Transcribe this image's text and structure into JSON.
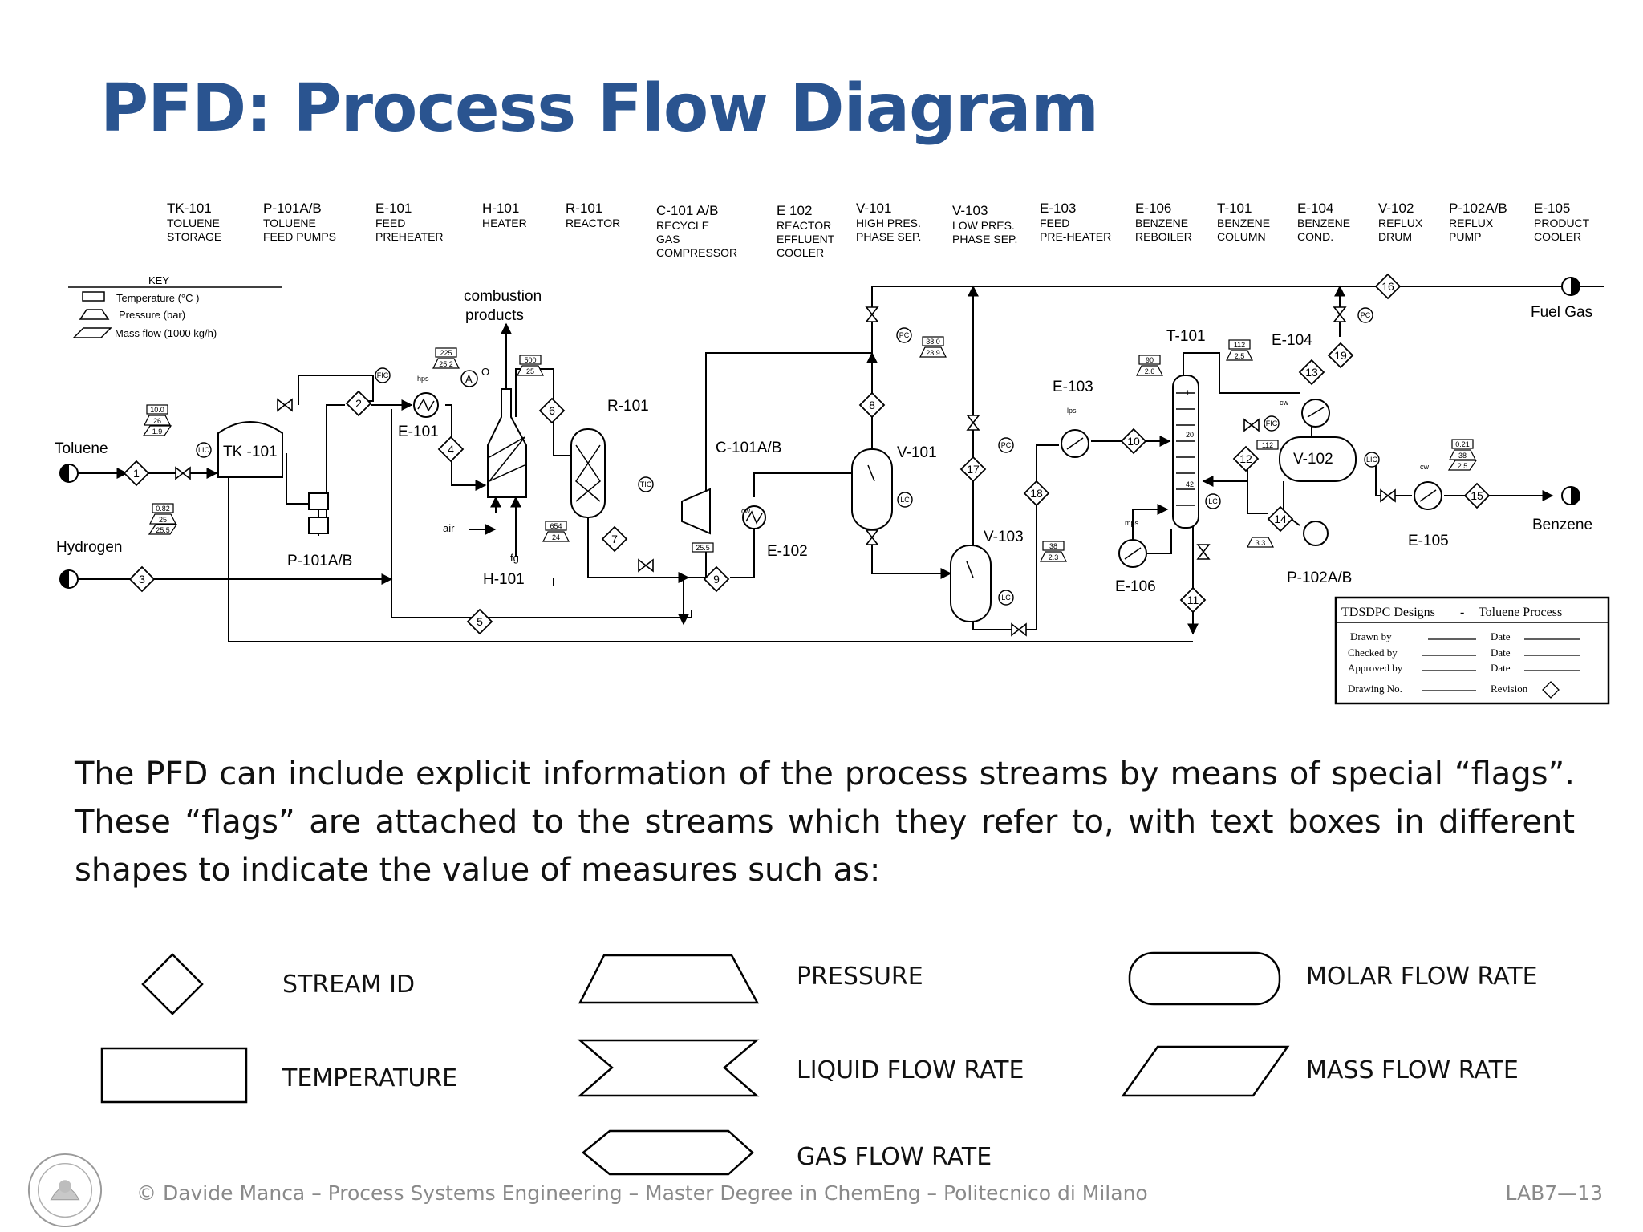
{
  "title": "PFD: Process Flow Diagram",
  "equipment_header": [
    {
      "tag": "TK-101",
      "desc": [
        "TOLUENE",
        "STORAGE"
      ]
    },
    {
      "tag": "P-101A/B",
      "desc": [
        "TOLUENE",
        "FEED PUMPS"
      ]
    },
    {
      "tag": "E-101",
      "desc": [
        "FEED",
        "PREHEATER"
      ]
    },
    {
      "tag": "H-101",
      "desc": [
        "HEATER"
      ]
    },
    {
      "tag": "R-101",
      "desc": [
        "REACTOR"
      ]
    },
    {
      "tag": "C-101 A/B",
      "desc": [
        "RECYCLE",
        "GAS",
        "COMPRESSOR"
      ]
    },
    {
      "tag": "E 102",
      "desc": [
        "REACTOR",
        "EFFLUENT",
        "COOLER"
      ]
    },
    {
      "tag": "V-101",
      "desc": [
        "HIGH PRES.",
        "PHASE SEP."
      ]
    },
    {
      "tag": "V-103",
      "desc": [
        "LOW PRES.",
        "PHASE SEP."
      ]
    },
    {
      "tag": "E-103",
      "desc": [
        "FEED",
        "PRE-HEATER"
      ]
    },
    {
      "tag": "E-106",
      "desc": [
        "BENZENE",
        "REBOILER"
      ]
    },
    {
      "tag": "T-101",
      "desc": [
        "BENZENE",
        "COLUMN"
      ]
    },
    {
      "tag": "E-104",
      "desc": [
        "BENZENE",
        "COND."
      ]
    },
    {
      "tag": "V-102",
      "desc": [
        "REFLUX",
        "DRUM"
      ]
    },
    {
      "tag": "P-102A/B",
      "desc": [
        "REFLUX",
        "PUMP"
      ]
    },
    {
      "tag": "E-105",
      "desc": [
        "PRODUCT",
        "COOLER"
      ]
    }
  ],
  "key": {
    "title": "KEY",
    "temperature": "Temperature (°C )",
    "pressure": "Pressure (bar)",
    "mass_flow": "Mass  flow  (1000 kg/h)"
  },
  "labels": {
    "toluene": "Toluene",
    "hydrogen": "Hydrogen",
    "combustion": "combustion",
    "products": "products",
    "fuel_gas": "Fuel Gas",
    "benzene": "Benzene",
    "air": "air",
    "fg": "fg",
    "o2": "O",
    "hps": "hps",
    "lps": "lps",
    "mps": "mps",
    "cw": "cw",
    "A": "A"
  },
  "equipment_labels": {
    "tk101": "TK -101",
    "p101": "P-101A/B",
    "e101": "E-101",
    "h101": "H-101",
    "r101": "R-101",
    "c101": "C-101A/B",
    "e102": "E-102",
    "v101": "V-101",
    "v103": "V-103",
    "e103": "E-103",
    "e106": "E-106",
    "t101": "T-101",
    "e104": "E-104",
    "v102": "V-102",
    "p102": "P-102A/B",
    "e105": "E-105"
  },
  "stream_ids": [
    "1",
    "2",
    "3",
    "4",
    "5",
    "6",
    "7",
    "8",
    "9",
    "10",
    "11",
    "12",
    "13",
    "14",
    "15",
    "16",
    "17",
    "18",
    "19"
  ],
  "stream_flags": {
    "toluene_T": "10.0",
    "toluene_P": "26",
    "toluene_F": "1.9",
    "h2_T": "0.82",
    "h2_P": "25",
    "h2_F": "25.5",
    "e101_T": "225",
    "e101_P": "25.2",
    "h101_T": "500",
    "h101_P": "25",
    "r101_T": "654",
    "r101_P": "24",
    "e102_T": "25.5",
    "v101_T": "38.0",
    "v101_P": "23.9",
    "t101_T": "90",
    "t101_P": "2.6",
    "top_T": "112",
    "top_P": "2.5",
    "v102_T": "112",
    "v103_T": "38",
    "v103_P": "2.3",
    "p102_T": "3.3",
    "e105_T": "0.21",
    "e105_P": "38",
    "e105_F": "2.5",
    "tray_20": "20",
    "tray_42": "42",
    "tray_1": "1"
  },
  "instruments": {
    "lic": "LIC",
    "fic": "FIC",
    "tic": "TIC",
    "pc": "PC",
    "lc": "LC"
  },
  "title_block": {
    "company": "TDSDPC Designs",
    "separator": "-",
    "project": "Toluene Process",
    "drawn_by": "Drawn by",
    "checked_by": "Checked by",
    "approved_by": "Approved by",
    "drawing_no": "Drawing No.",
    "date": "Date",
    "revision": "Revision"
  },
  "paragraph": "The PFD can include explicit information of the process streams by means of special “flags”. These “flags” are attached to the streams which they refer to, with text boxes in different shapes to indicate the value of measures such as:",
  "legend": {
    "stream_id": "STREAM ID",
    "temperature": "TEMPERATURE",
    "pressure": "PRESSURE",
    "liquid_flow": "LIQUID FLOW RATE",
    "gas_flow": "GAS FLOW RATE",
    "molar_flow": "MOLAR FLOW RATE",
    "mass_flow": "MASS FLOW RATE"
  },
  "footer": "© Davide Manca – Process Systems Engineering – Master Degree in ChemEng – Politecnico di Milano",
  "page_number": "LAB7—13"
}
